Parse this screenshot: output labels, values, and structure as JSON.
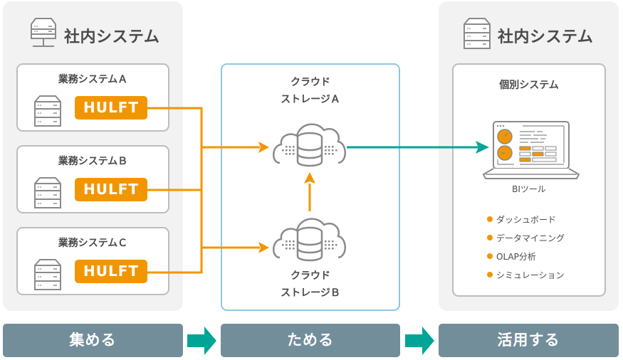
{
  "colors": {
    "hulft_orange": "#f29600",
    "teal": "#00a597",
    "stage_gray": "#738e9b",
    "storage_border": "#8ec7e2",
    "panel_bg": "#f2f2f2"
  },
  "left_panel": {
    "title": "社内システム",
    "icon": "server-icon",
    "systems": [
      {
        "title": "業務システムＡ",
        "badge": "HULFT"
      },
      {
        "title": "業務システムＢ",
        "badge": "HULFT"
      },
      {
        "title": "業務システムＣ",
        "badge": "HULFT"
      }
    ]
  },
  "storage": {
    "a": {
      "line1": "クラウド",
      "line2": "ストレージＡ"
    },
    "b": {
      "line1": "クラウド",
      "line2": "ストレージＢ"
    },
    "icon": "cloud-database-icon"
  },
  "right_panel": {
    "title": "社内システム",
    "icon": "server-icon",
    "app_title": "個別システム",
    "tool_label": "BIツール",
    "features": [
      "ダッシュボード",
      "データマイニング",
      "OLAP分析",
      "シミュレーション"
    ]
  },
  "stages": [
    "集める",
    "ためる",
    "活用する"
  ]
}
